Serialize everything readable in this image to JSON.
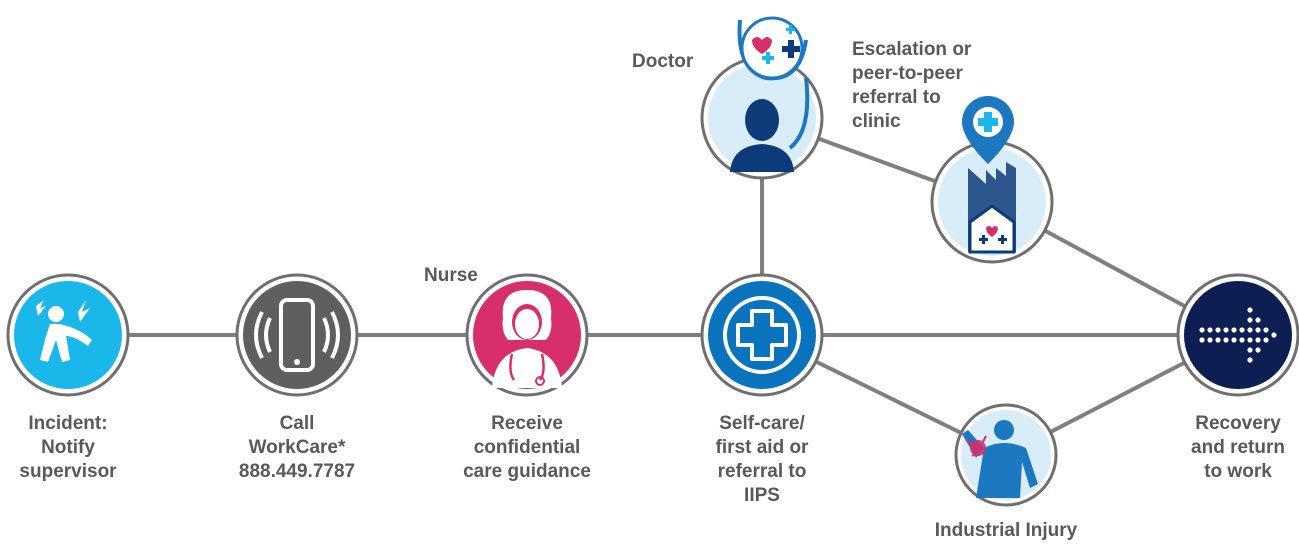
{
  "colors": {
    "line": "#7f7f7f",
    "text": "#595959",
    "incident": "#1ab7ea",
    "phone": "#5f5f5f",
    "nurse": "#d62f6b",
    "selfcare": "#0a73bd",
    "recovery": "#0d1f52",
    "light_circle": "#d9edf9",
    "ring": "#6f6f6f"
  },
  "roles": {
    "doctor": "Doctor",
    "nurse": "Nurse"
  },
  "steps": {
    "incident": "Incident:\nNotify\nsupervisor",
    "call": "Call\nWorkCare*\n888.449.7787",
    "receive": "Receive\nconfidential\ncare guidance",
    "selfcare": "Self-care/\nfirst aid or\nreferral to\nIIPS",
    "recovery": "Recovery\nand return\nto work",
    "escalation": "Escalation or\npeer-to-peer\nreferral to\nclinic",
    "industrial": "Industrial Injury"
  },
  "icons": {
    "incident": "injured-person-icon",
    "call": "ringing-phone-icon",
    "nurse": "nurse-icon",
    "selfcare": "medical-cross-icon",
    "recovery": "dotted-arrow-icon",
    "doctor": "doctor-icon",
    "clinic": "clinic-location-icon",
    "industrial": "body-pain-icon"
  }
}
